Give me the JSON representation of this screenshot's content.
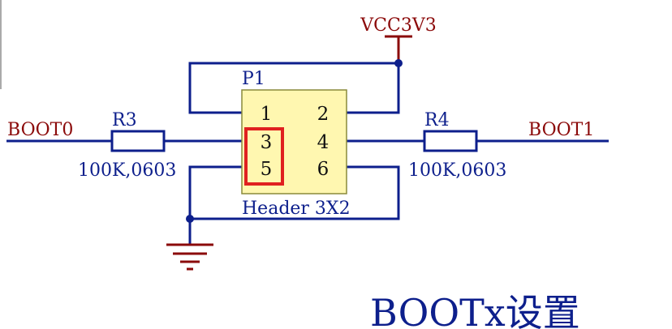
{
  "power_net": {
    "label": "VCC3V3",
    "color": "#8b0a0a"
  },
  "connector": {
    "designator": "P1",
    "value": "Header 3X2",
    "body_color": "#fff7b0",
    "pins": [
      "1",
      "2",
      "3",
      "4",
      "5",
      "6"
    ],
    "highlight_color": "#e02020"
  },
  "resistors": [
    {
      "designator": "R3",
      "value": "100K,0603"
    },
    {
      "designator": "R4",
      "value": "100K,0603"
    }
  ],
  "nets": {
    "left": "BOOT0",
    "right": "BOOT1"
  },
  "caption": "BOOTx设置",
  "colors": {
    "wire": "#0d1f8c",
    "power": "#8b0a0a",
    "ground": "#8b0a0a"
  }
}
